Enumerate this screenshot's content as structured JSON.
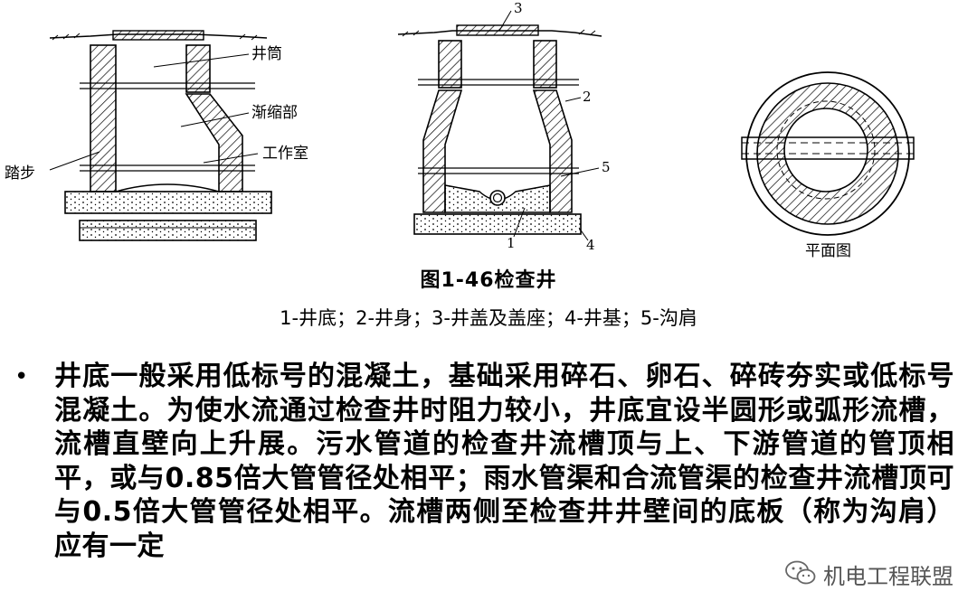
{
  "figure": {
    "left_labels": {
      "shaft": "井筒",
      "taper": "渐缩部",
      "chamber": "工作室",
      "steps": "踏步"
    },
    "middle_labels": [
      "1",
      "2",
      "3",
      "4",
      "5"
    ],
    "right_label": "平面图"
  },
  "caption": {
    "title": "图1-46检查井",
    "legend": "1-井底；2-井身；3-井盖及盖座；4-井基；5-沟肩"
  },
  "body": {
    "bullet": "•",
    "text": "井底一般采用低标号的混凝土，基础采用碎石、卵石、碎砖夯实或低标号混凝土。为使水流通过检查井时阻力较小，井底宜设半圆形或弧形流槽，流槽直壁向上升展。污水管道的检查井流槽顶与上、下游管道的管顶相平，或与0.85倍大管管径处相平；雨水管渠和合流管渠的检查井流槽顶可与0.5倍大管管径处相平。流槽两侧至检查井井壁间的底板（称为沟肩）应有一定"
  },
  "watermark": {
    "icon": "wechat-icon",
    "text": "机电工程联盟"
  }
}
